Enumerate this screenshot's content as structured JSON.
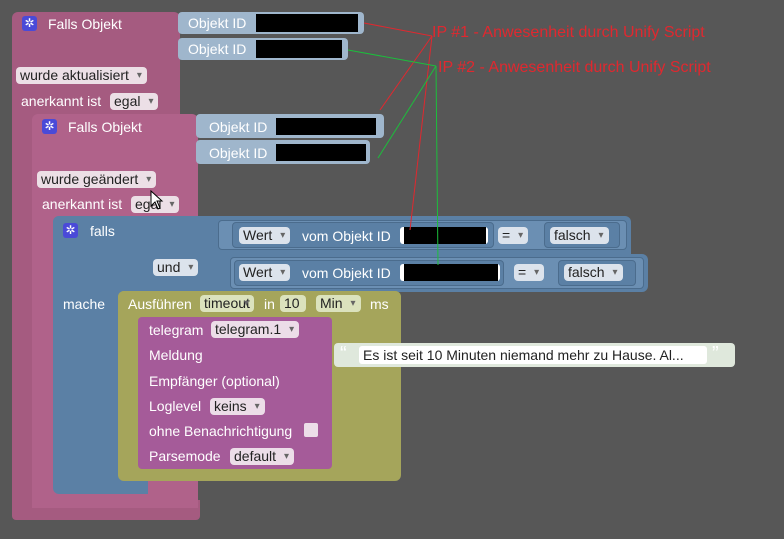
{
  "trigger1": {
    "title": "Falls Objekt",
    "objid_label_1": "Objekt ID",
    "objid_label_2": "Objekt ID",
    "mode": "wurde aktualisiert",
    "ack_label": "anerkannt ist",
    "ack_value": "egal"
  },
  "trigger2": {
    "title": "Falls Objekt",
    "objid_label_1": "Objekt ID",
    "objid_label_2": "Objekt ID",
    "mode": "wurde geändert",
    "ack_label": "anerkannt ist",
    "ack_value": "egal"
  },
  "ifblock": {
    "label": "falls",
    "and_label": "und",
    "do_label": "mache",
    "cond1": {
      "dropdown": "Wert",
      "text": "vom Objekt ID",
      "op": "=",
      "value": "falsch"
    },
    "cond2": {
      "dropdown": "Wert",
      "text": "vom Objekt ID",
      "op": "=",
      "value": "falsch"
    }
  },
  "timeout": {
    "run_label": "Ausführen",
    "type": "timeout",
    "in_label": "in",
    "amount": "10",
    "unit": "Min",
    "ms_label": "ms"
  },
  "telegram": {
    "label": "telegram",
    "instance": "telegram.1",
    "message_label": "Meldung",
    "message": "Es ist seit 10 Minuten niemand mehr zu Hause. Al...",
    "recipient_label": "Empfänger (optional)",
    "loglevel_label": "Loglevel",
    "loglevel": "keins",
    "silent_label": "ohne Benachrichtigung",
    "parsemode_label": "Parsemode",
    "parsemode": "default"
  },
  "annotations": {
    "ip1": "IP #1 - Anwesenheit durch Unify Script",
    "ip2": "IP #2 - Anwesenheit durch Unify Script"
  },
  "colors": {
    "trigger": "#a55b80",
    "logic": "#5b80a5",
    "timeout": "#a5a55b",
    "telegram": "#a55b99",
    "annotation": "#e0282f"
  }
}
